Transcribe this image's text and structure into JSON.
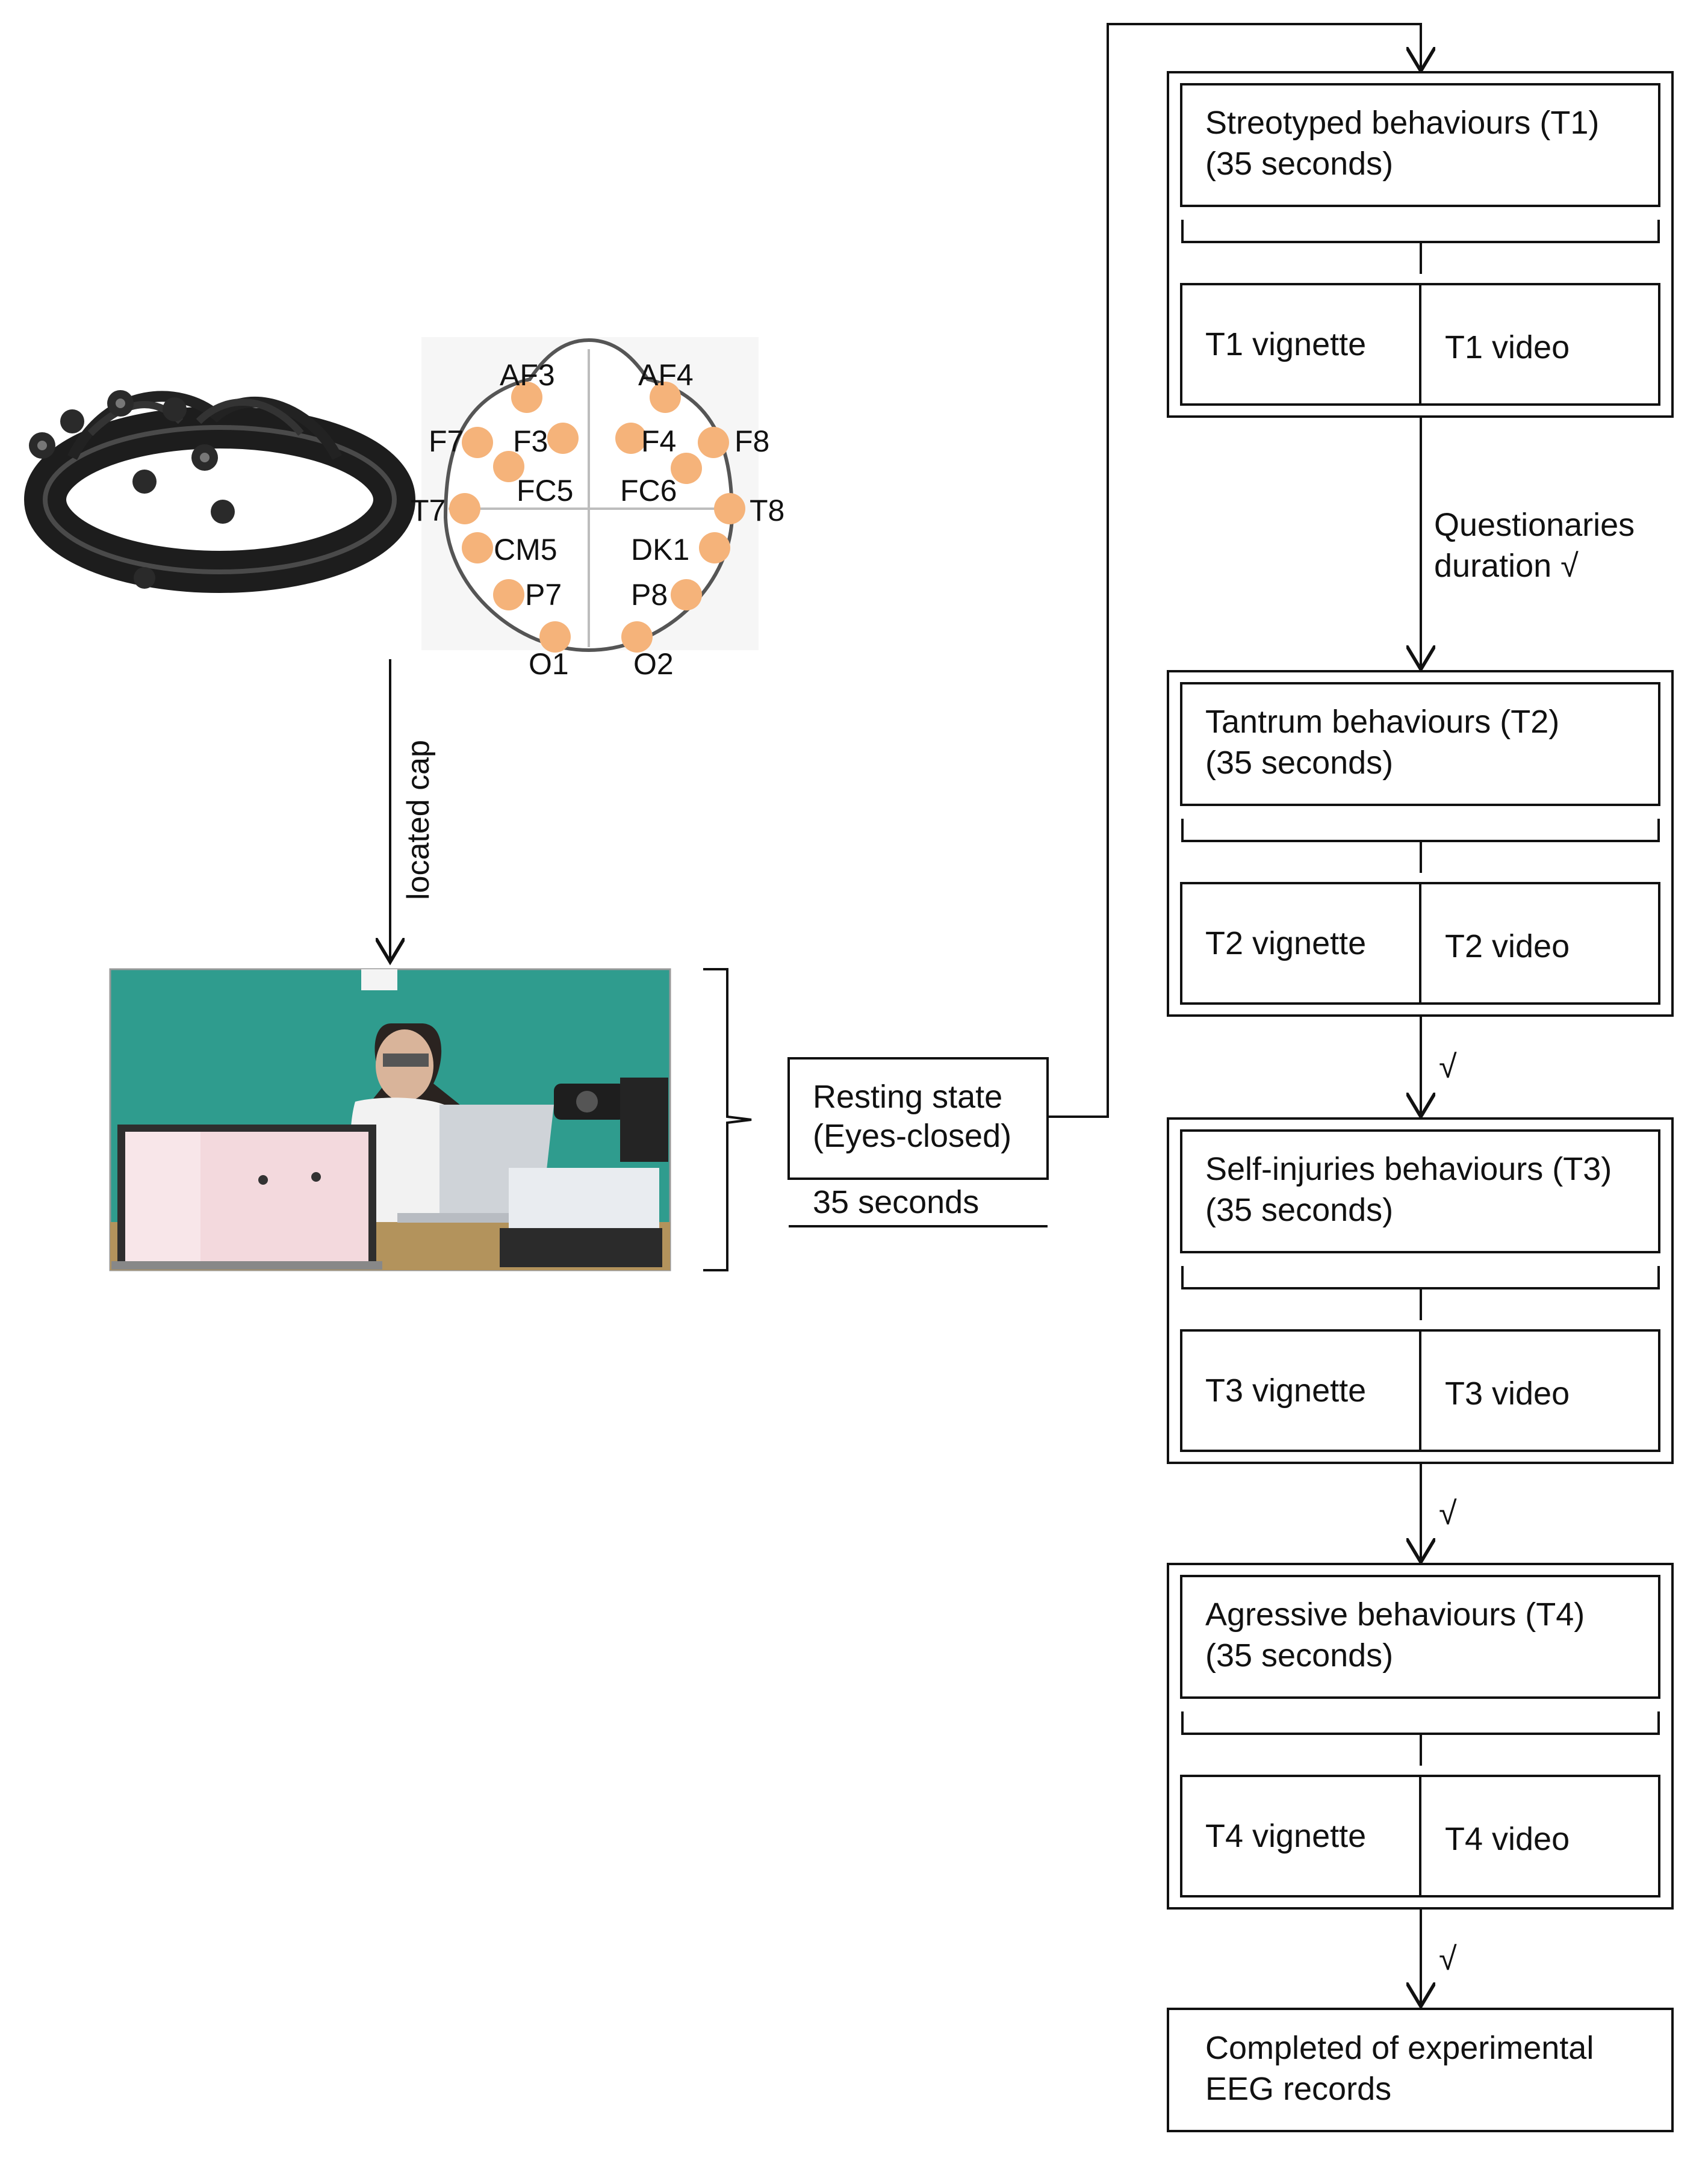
{
  "electrodes": [
    "AF3",
    "AF4",
    "F7",
    "F3",
    "F4",
    "F8",
    "FC5",
    "FC6",
    "T7",
    "T8",
    "CM5",
    "DK1",
    "P7",
    "P8",
    "O1",
    "O2"
  ],
  "arrow_label_cap": "located cap",
  "resting": {
    "line1": "Resting state",
    "line2": "(Eyes-closed)",
    "duration": "35 seconds"
  },
  "trials": [
    {
      "title": "Streotyped behaviours (T1)",
      "duration": "(35 seconds)",
      "vignette": "T1 vignette",
      "video": "T1 video"
    },
    {
      "title": "Tantrum behaviours (T2)",
      "duration": "(35 seconds)",
      "vignette": "T2 vignette",
      "video": "T2 video"
    },
    {
      "title": "Self-injuries behaviours (T3)",
      "duration": "(35 seconds)",
      "vignette": "T3 vignette",
      "video": "T3 video"
    },
    {
      "title": "Agressive behaviours (T4)",
      "duration": "(35 seconds)",
      "vignette": "T4 vignette",
      "video": "T4 video"
    }
  ],
  "transitions": {
    "t1_t2_line1": "Questionaries",
    "t1_t2_line2": "duration √",
    "t2_t3": "√",
    "t3_t4": "√",
    "t4_end": "√"
  },
  "final": {
    "line1": "Completed of experimental",
    "line2": "EEG records"
  },
  "colors": {
    "electrode": "#f5b37a",
    "scene_wall": "#2f9c8e",
    "scene_floor": "#b3935c",
    "line": "#111111"
  }
}
